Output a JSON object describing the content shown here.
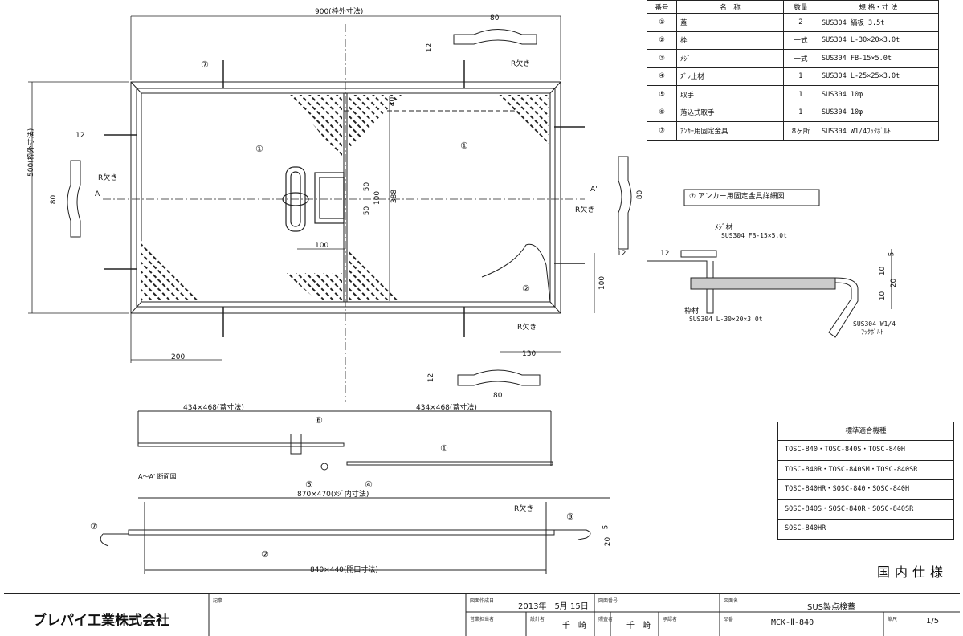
{
  "parts_table": {
    "headers": [
      "番号",
      "名　称",
      "数量",
      "規 格・寸 法"
    ],
    "rows": [
      {
        "no": "①",
        "name": "蓋",
        "qty": "2",
        "spec": "SUS304 縞板 3.5t"
      },
      {
        "no": "②",
        "name": "枠",
        "qty": "一式",
        "spec": "SUS304 L-30×20×3.0t"
      },
      {
        "no": "③",
        "name": "ﾒｼﾞ",
        "qty": "一式",
        "spec": "SUS304 FB-15×5.0t"
      },
      {
        "no": "④",
        "name": "ｽﾞﾚ止材",
        "qty": "1",
        "spec": "SUS304 L-25×25×3.0t"
      },
      {
        "no": "⑤",
        "name": "取手",
        "qty": "1",
        "spec": "SUS304 10φ"
      },
      {
        "no": "⑥",
        "name": "落込式取手",
        "qty": "1",
        "spec": "SUS304 10φ"
      },
      {
        "no": "⑦",
        "name": "ｱﾝｶｰ用固定金具",
        "qty": "8ヶ所",
        "spec": "SUS304 W1/4ﾌｯｸﾎﾞﾙﾄ"
      }
    ]
  },
  "models": {
    "title": "標準適合機種",
    "rows": [
      "TOSC-840・TOSC-840S・TOSC-840H",
      "TOSC-840R・TOSC-840SM・TOSC-840SR",
      "TOSC-840HR・SOSC-840・SOSC-840H",
      "SOSC-840S・SOSC-840R・SOSC-840SR",
      "SOSC-840HR"
    ]
  },
  "spec_label": "国内仕様",
  "anchor_detail": {
    "title": "⑦ アンカー用固定金具詳細図",
    "label_meji": "ﾒｼﾞ材",
    "label_meji_spec": "SUS304 FB-15×5.0t",
    "label_frame": "枠材",
    "label_frame_spec": "SUS304 L-30×20×3.0t",
    "label_bolt": "SUS304 W1/4",
    "label_bolt2": "ﾌｯｸﾎﾞﾙﾄ",
    "dims": [
      "12",
      "5",
      "10",
      "20",
      "10"
    ]
  },
  "plan": {
    "dim_width": "900(枠外寸法)",
    "dim_height": "500(枠外寸法)",
    "dim_388": "388",
    "dim_40": "40",
    "dim_50a": "50",
    "dim_50b": "50",
    "dim_100a": "100",
    "dim_100b": "100",
    "dim_100c": "100",
    "dim_200": "200",
    "dim_130": "130",
    "dim_80_top": "80",
    "dim_80_bot": "80",
    "dim_80_left": "80",
    "dim_80_right": "80",
    "dim_12a": "12",
    "dim_12b": "12",
    "dim_12c": "12",
    "dim_12d": "12",
    "r_labels": [
      "R欠き",
      "R欠き",
      "R欠き",
      "R欠き"
    ],
    "label_a": "A",
    "label_a2": "A'",
    "mark_1a": "①",
    "mark_1b": "①",
    "mark_2": "②",
    "mark_7": "⑦"
  },
  "section": {
    "title": "A～A' 断面図",
    "dim_left": "434×468(蓋寸法)",
    "dim_right": "434×468(蓋寸法)",
    "dim_meji": "870×470(ﾒｼﾞ内寸法)",
    "dim_open": "840×440(開口寸法)",
    "r_label": "R欠き",
    "marks": [
      "⑥",
      "①",
      "⑤",
      "④",
      "③",
      "⑦",
      "②"
    ],
    "dim_5": "5",
    "dim_20": "20"
  },
  "title_block": {
    "company": "ブレパイ工業株式会社",
    "label_note": "記事",
    "label_date": "図面作成日",
    "date": "2013年　5月 15日",
    "label_drawing_no": "図面番号",
    "label_name": "図面名",
    "name": "SUS製点検蓋",
    "label_sales": "営業担当者",
    "label_drawn": "設計者",
    "drawn": "千　崎",
    "label_checked": "照査者",
    "checked": "千　崎",
    "label_approved": "承認者",
    "label_model": "品番",
    "model": "MCK-Ⅱ-840",
    "label_scale": "縮尺",
    "scale": "1/5"
  }
}
